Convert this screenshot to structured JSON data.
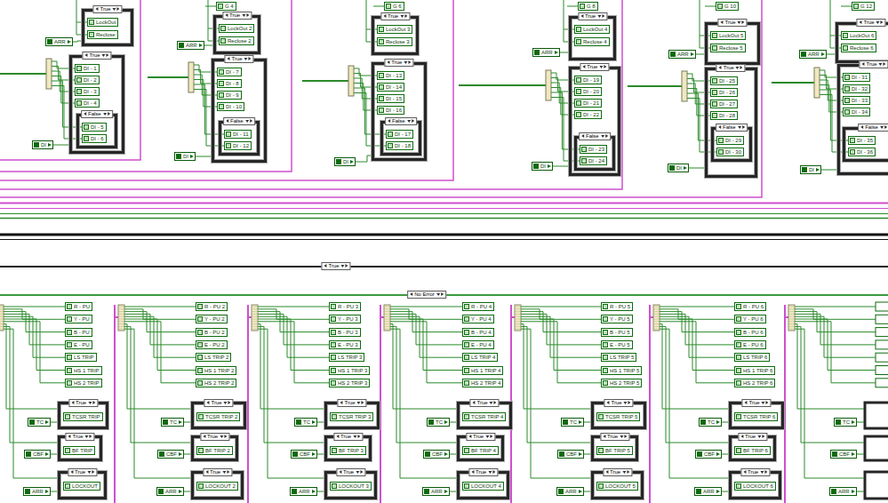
{
  "diagram": {
    "nodes": [
      {
        "text": [
          "True"
        ]
      },
      {
        "text": [
          "LockOut"
        ],
        "in": 0
      },
      {
        "text": [
          "Reclose"
        ],
        "in": 0
      },
      {
        "text": [
          "ARR"
        ]
      },
      {
        "text": [
          "True"
        ]
      },
      {
        "text": [
          "DI - 1"
        ],
        "in": 4
      },
      {
        "text": [
          "DI - 2"
        ],
        "in": 4
      },
      {
        "text": [
          "DI - 3"
        ],
        "in": 4
      },
      {
        "text": [
          "DI - 4"
        ],
        "in": 4
      },
      {
        "text": [
          "False"
        ],
        "in": 4
      },
      {
        "text": [
          "DI - 5"
        ],
        "in": 9
      },
      {
        "text": [
          "DI - 6"
        ],
        "in": 9
      },
      {
        "text": [
          "DI"
        ]
      },
      {
        "text": [
          "G 4"
        ]
      },
      {
        "text": [
          "True"
        ]
      },
      {
        "text": [
          "LockOut 2"
        ],
        "in": 14
      },
      {
        "text": [
          "Reclose 2"
        ],
        "in": 14
      },
      {
        "text": [
          "ARR"
        ]
      },
      {
        "text": [
          "True"
        ]
      },
      {
        "text": [
          "DI - 7"
        ],
        "in": 18
      },
      {
        "text": [
          "DI - 8"
        ],
        "in": 18
      },
      {
        "text": [
          "DI - 9"
        ],
        "in": 18
      },
      {
        "text": [
          "DI - 10"
        ],
        "in": 18
      },
      {
        "text": [
          "False"
        ],
        "in": 18
      },
      {
        "text": [
          "DI - 11"
        ],
        "in": 23
      },
      {
        "text": [
          "DI - 12"
        ],
        "in": 23
      },
      {
        "text": [
          "DI"
        ]
      },
      {
        "text": [
          "G 6"
        ]
      },
      {
        "text": [
          "True"
        ]
      },
      {
        "text": [
          "LockOut 3"
        ],
        "in": 28
      },
      {
        "text": [
          "Reclose 3"
        ],
        "in": 28
      },
      {
        "text": [
          "True"
        ]
      },
      {
        "text": [
          "DI - 13"
        ],
        "in": 31
      },
      {
        "text": [
          "DI - 14"
        ],
        "in": 31
      },
      {
        "text": [
          "DI - 15"
        ],
        "in": 31
      },
      {
        "text": [
          "DI - 16"
        ],
        "in": 31
      },
      {
        "text": [
          "False"
        ],
        "in": 31
      },
      {
        "text": [
          "DI - 17"
        ],
        "in": 36
      },
      {
        "text": [
          "DI - 18"
        ],
        "in": 36
      },
      {
        "text": [
          "DI"
        ]
      },
      {
        "text": [
          "G 8"
        ]
      },
      {
        "text": [
          "True"
        ]
      },
      {
        "text": [
          "LockOut 4"
        ],
        "in": 41
      },
      {
        "text": [
          "Reclose 4"
        ],
        "in": 41
      },
      {
        "text": [
          "ARR"
        ]
      },
      {
        "text": [
          "True"
        ]
      },
      {
        "text": [
          "DI - 19"
        ],
        "in": 45
      },
      {
        "text": [
          "DI - 20"
        ],
        "in": 45
      },
      {
        "text": [
          "DI - 21"
        ],
        "in": 45
      },
      {
        "text": [
          "DI - 22"
        ],
        "in": 45
      },
      {
        "text": [
          "False"
        ],
        "in": 45
      },
      {
        "text": [
          "DI - 23"
        ],
        "in": 50
      },
      {
        "text": [
          "DI - 24"
        ],
        "in": 50
      },
      {
        "text": [
          "DI"
        ]
      },
      {
        "text": [
          "G 10"
        ]
      },
      {
        "text": [
          "True"
        ]
      },
      {
        "text": [
          "LockOut 5"
        ],
        "in": 55
      },
      {
        "text": [
          "Reclose 5"
        ],
        "in": 55
      },
      {
        "text": [
          "ARR"
        ]
      },
      {
        "text": [
          "True"
        ]
      },
      {
        "text": [
          "DI - 25"
        ],
        "in": 59
      },
      {
        "text": [
          "DI - 26"
        ],
        "in": 59
      },
      {
        "text": [
          "DI - 27"
        ],
        "in": 59
      },
      {
        "text": [
          "DI - 28"
        ],
        "in": 59
      },
      {
        "text": [
          "False"
        ],
        "in": 59
      },
      {
        "text": [
          "DI - 29"
        ],
        "in": 64
      },
      {
        "text": [
          "DI - 30"
        ],
        "in": 64
      },
      {
        "text": [
          "DI"
        ]
      },
      {
        "text": [
          "G 12"
        ]
      },
      {
        "text": [
          "True"
        ]
      },
      {
        "text": [
          "LockOut 6"
        ],
        "in": 69
      },
      {
        "text": [
          "Reclose 6"
        ],
        "in": 69
      },
      {
        "text": [
          "ARR"
        ]
      },
      {
        "text": [
          "True"
        ]
      },
      {
        "text": [
          "DI - 31"
        ],
        "in": 73
      },
      {
        "text": [
          "DI - 32"
        ],
        "in": 73
      },
      {
        "text": [
          "DI - 33"
        ],
        "in": 73
      },
      {
        "text": [
          "DI - 34"
        ],
        "in": 73
      },
      {
        "text": [
          "False"
        ],
        "in": 73
      },
      {
        "text": [
          "DI - 35"
        ],
        "in": 78
      },
      {
        "text": [
          "DI - 36"
        ],
        "in": 78
      },
      {
        "text": [
          "DI"
        ]
      },
      {
        "text": [
          "True"
        ]
      },
      {
        "text": [
          "No Error"
        ],
        "in": 82
      },
      {
        "text": [
          "R - PU"
        ],
        "in": 83
      },
      {
        "text": [
          "Y - PU"
        ],
        "in": 83
      },
      {
        "text": [
          "B - PU"
        ],
        "in": 83
      },
      {
        "text": [
          "E - PU"
        ],
        "in": 83
      },
      {
        "text": [
          "LS TRIP"
        ],
        "in": 83
      },
      {
        "text": [
          "HS 1 TRIP"
        ],
        "in": 83
      },
      {
        "text": [
          "HS 2 TRIP"
        ],
        "in": 83
      },
      {
        "text": [
          "TC"
        ],
        "in": 83
      },
      {
        "text": [
          "True"
        ],
        "in": 83
      },
      {
        "text": [
          "TCSR TRIP"
        ],
        "in": 92
      },
      {
        "text": [
          "CBF"
        ],
        "in": 83
      },
      {
        "text": [
          "True"
        ],
        "in": 83
      },
      {
        "text": [
          "BF TRIP"
        ],
        "in": 95
      },
      {
        "text": [
          "ARR"
        ],
        "in": 83
      },
      {
        "text": [
          "True"
        ],
        "in": 83
      },
      {
        "text": [
          "LOCKOUT"
        ],
        "in": 98
      },
      {
        "text": [
          "R - PU 2"
        ],
        "in": 83
      },
      {
        "text": [
          "Y - PU 2"
        ],
        "in": 83
      },
      {
        "text": [
          "B - PU 2"
        ],
        "in": 83
      },
      {
        "text": [
          "E - PU 2"
        ],
        "in": 83
      },
      {
        "text": [
          "LS TRIP 2"
        ],
        "in": 83
      },
      {
        "text": [
          "HS 1 TRIP 2"
        ],
        "in": 83
      },
      {
        "text": [
          "HS 2 TRIP 2"
        ],
        "in": 83
      },
      {
        "text": [
          "TC"
        ],
        "in": 83
      },
      {
        "text": [
          "True"
        ],
        "in": 83
      },
      {
        "text": [
          "TCSR TRIP 2"
        ],
        "in": 108
      },
      {
        "text": [
          "CBF"
        ],
        "in": 83
      },
      {
        "text": [
          "True"
        ],
        "in": 83
      },
      {
        "text": [
          "BF TRIP 2"
        ],
        "in": 111
      },
      {
        "text": [
          "ARR"
        ],
        "in": 83
      },
      {
        "text": [
          "True"
        ],
        "in": 83
      },
      {
        "text": [
          "LOCKOUT 2"
        ],
        "in": 114
      },
      {
        "text": [
          "R - PU 3"
        ],
        "in": 83
      },
      {
        "text": [
          "Y - PU 3"
        ],
        "in": 83
      },
      {
        "text": [
          "B - PU 3"
        ],
        "in": 83
      },
      {
        "text": [
          "E - PU 3"
        ],
        "in": 83
      },
      {
        "text": [
          "LS TRIP 3"
        ],
        "in": 83
      },
      {
        "text": [
          "HS 1 TRIP 3"
        ],
        "in": 83
      },
      {
        "text": [
          "HS 2 TRIP 3"
        ],
        "in": 83
      },
      {
        "text": [
          "TC"
        ],
        "in": 83
      },
      {
        "text": [
          "True"
        ],
        "in": 83
      },
      {
        "text": [
          "TCSR TRIP 3"
        ],
        "in": 124
      },
      {
        "text": [
          "CBF"
        ],
        "in": 83
      },
      {
        "text": [
          "True"
        ],
        "in": 83
      },
      {
        "text": [
          "BF TRIP 3"
        ],
        "in": 127
      },
      {
        "text": [
          "ARR"
        ],
        "in": 83
      },
      {
        "text": [
          "True"
        ],
        "in": 83
      },
      {
        "text": [
          "LOCKOUT 3"
        ],
        "in": 130
      },
      {
        "text": [
          "R - PU 4"
        ],
        "in": 83
      },
      {
        "text": [
          "Y - PU 4"
        ],
        "in": 83
      },
      {
        "text": [
          "B - PU 4"
        ],
        "in": 83
      },
      {
        "text": [
          "E - PU 4"
        ],
        "in": 83
      },
      {
        "text": [
          "LS TRIP 4"
        ],
        "in": 83
      },
      {
        "text": [
          "HS 1 TRIP 4"
        ],
        "in": 83
      },
      {
        "text": [
          "HS 2 TRIP 4"
        ],
        "in": 83
      },
      {
        "text": [
          "TC"
        ],
        "in": 83
      },
      {
        "text": [
          "True"
        ],
        "in": 83
      },
      {
        "text": [
          "TCSR TRIP 4"
        ],
        "in": 140
      },
      {
        "text": [
          "CBF"
        ],
        "in": 83
      },
      {
        "text": [
          "True"
        ],
        "in": 83
      },
      {
        "text": [
          "BF TRIP 4"
        ],
        "in": 143
      },
      {
        "text": [
          "ARR"
        ],
        "in": 83
      },
      {
        "text": [
          "True"
        ],
        "in": 83
      },
      {
        "text": [
          "LOCKOUT 4"
        ],
        "in": 146
      },
      {
        "text": [
          "R - PU 5"
        ],
        "in": 83
      },
      {
        "text": [
          "Y - PU 5"
        ],
        "in": 83
      },
      {
        "text": [
          "B - PU 5"
        ],
        "in": 83
      },
      {
        "text": [
          "E - PU 5"
        ],
        "in": 83
      },
      {
        "text": [
          "LS TRIP 5"
        ],
        "in": 83
      },
      {
        "text": [
          "HS 1 TRIP 5"
        ],
        "in": 83
      },
      {
        "text": [
          "HS 2 TRIP 5"
        ],
        "in": 83
      },
      {
        "text": [
          "TC"
        ],
        "in": 83
      },
      {
        "text": [
          "True"
        ],
        "in": 83
      },
      {
        "text": [
          "TCSR TRIP 5"
        ],
        "in": 156
      },
      {
        "text": [
          "CBF"
        ],
        "in": 83
      },
      {
        "text": [
          "True"
        ],
        "in": 83
      },
      {
        "text": [
          "BF TRIP 5"
        ],
        "in": 159
      },
      {
        "text": [
          "ARR"
        ],
        "in": 83
      },
      {
        "text": [
          "True"
        ],
        "in": 83
      },
      {
        "text": [
          "LOCKOUT 5"
        ],
        "in": 162
      },
      {
        "text": [
          "R - PU 6"
        ],
        "in": 83
      },
      {
        "text": [
          "Y - PU 6"
        ],
        "in": 83
      },
      {
        "text": [
          "B - PU 6"
        ],
        "in": 83
      },
      {
        "text": [
          "E - PU 6"
        ],
        "in": 83
      },
      {
        "text": [
          "LS TRIP 6"
        ],
        "in": 83
      },
      {
        "text": [
          "HS 1 TRIP 6"
        ],
        "in": 83
      },
      {
        "text": [
          "HS 2 TRIP 6"
        ],
        "in": 83
      },
      {
        "text": [
          "TC"
        ],
        "in": 83
      },
      {
        "text": [
          "True"
        ],
        "in": 83
      },
      {
        "text": [
          "TCSR TRIP 6"
        ],
        "in": 172
      },
      {
        "text": [
          "CBF"
        ],
        "in": 83
      },
      {
        "text": [
          "True"
        ],
        "in": 83
      },
      {
        "text": [
          "BF TRIP 6"
        ],
        "in": 175
      },
      {
        "text": [
          "ARR"
        ],
        "in": 83
      },
      {
        "text": [
          "True"
        ],
        "in": 83
      },
      {
        "text": [
          "LOCKOUT 6"
        ],
        "in": 178
      },
      {
        "text": [
          "TC"
        ],
        "in": 83
      },
      {
        "text": [
          "CBF"
        ],
        "in": 83
      },
      {
        "text": [
          "ARR"
        ],
        "in": 83
      }
    ],
    "edges": [
      {
        "from": 3,
        "to": 0,
        "arrow": "none"
      },
      {
        "from": 12,
        "to": 4,
        "arrow": "none"
      },
      {
        "from": 17,
        "to": 14,
        "arrow": "none"
      },
      {
        "from": 26,
        "to": 18,
        "arrow": "none"
      },
      {
        "from": 39,
        "to": 31,
        "arrow": "none"
      },
      {
        "from": 44,
        "to": 41,
        "arrow": "none"
      },
      {
        "from": 53,
        "to": 45,
        "arrow": "none"
      },
      {
        "from": 58,
        "to": 55,
        "arrow": "none"
      },
      {
        "from": 67,
        "to": 59,
        "arrow": "none"
      },
      {
        "from": 72,
        "to": 69,
        "arrow": "none"
      },
      {
        "from": 81,
        "to": 73,
        "arrow": "none"
      },
      {
        "from": 91,
        "to": 92,
        "arrow": "none"
      },
      {
        "from": 94,
        "to": 95,
        "arrow": "none"
      },
      {
        "from": 97,
        "to": 98,
        "arrow": "none"
      },
      {
        "from": 107,
        "to": 108,
        "arrow": "none"
      },
      {
        "from": 110,
        "to": 111,
        "arrow": "none"
      },
      {
        "from": 113,
        "to": 114,
        "arrow": "none"
      },
      {
        "from": 123,
        "to": 124,
        "arrow": "none"
      },
      {
        "from": 126,
        "to": 127,
        "arrow": "none"
      },
      {
        "from": 129,
        "to": 130,
        "arrow": "none"
      },
      {
        "from": 139,
        "to": 140,
        "arrow": "none"
      },
      {
        "from": 142,
        "to": 143,
        "arrow": "none"
      },
      {
        "from": 145,
        "to": 146,
        "arrow": "none"
      },
      {
        "from": 155,
        "to": 156,
        "arrow": "none"
      },
      {
        "from": 158,
        "to": 159,
        "arrow": "none"
      },
      {
        "from": 161,
        "to": 162,
        "arrow": "none"
      },
      {
        "from": 171,
        "to": 172,
        "arrow": "none"
      },
      {
        "from": 174,
        "to": 175,
        "arrow": "none"
      },
      {
        "from": 177,
        "to": 178,
        "arrow": "none"
      }
    ]
  }
}
